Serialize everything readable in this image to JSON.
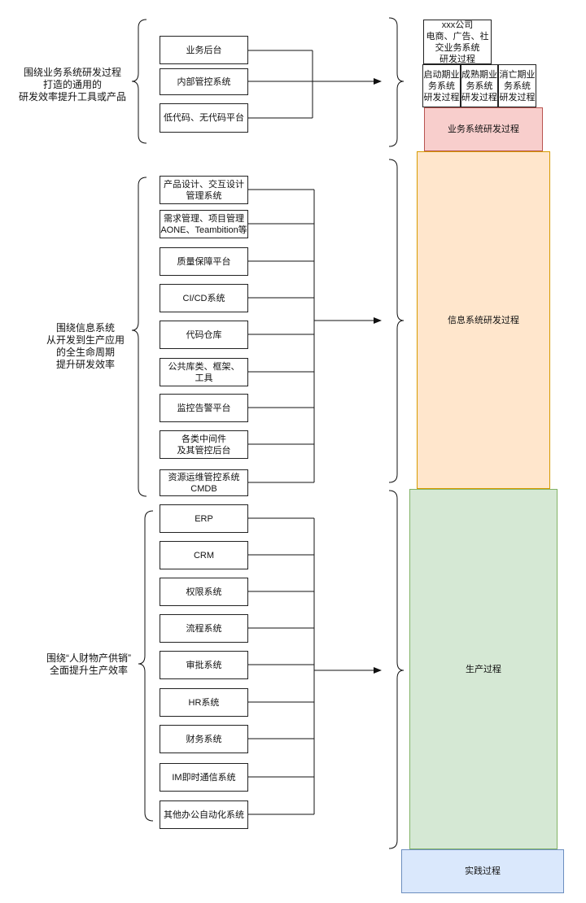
{
  "groups": [
    {
      "label": "围绕业务系统研发过程\n打造的通用的\n研发效率提升工具或产品",
      "items": [
        "业务后台",
        "内部管控系统",
        "低代码、无代码平台"
      ]
    },
    {
      "label": "围绕信息系统\n从开发到生产应用\n的全生命周期\n提升研发效率",
      "items": [
        "产品设计、交互设计\n管理系统",
        "需求管理、项目管理\nAONE、Teambition等",
        "质量保障平台",
        "CI/CD系统",
        "代码仓库",
        "公共库类、框架、\n工具",
        "监控告警平台",
        "各类中间件\n及其管控后台",
        "资源运维管控系统\nCMDB"
      ]
    },
    {
      "label": "围绕“人财物产供销”\n全面提升生产效率",
      "items": [
        "ERP",
        "CRM",
        "权限系统",
        "流程系统",
        "审批系统",
        "HR系统",
        "财务系统",
        "IM即时通信系统",
        "其他办公自动化系统"
      ]
    }
  ],
  "right_stack": {
    "company": "xxx公司\n电商、广告、社\n交业务系统\n研发过程",
    "phases": [
      "启动期业\n务系统\n研发过程",
      "成熟期业\n务系统\n研发过程",
      "消亡期业\n务系统\n研发过程"
    ],
    "business": "业务系统研发过程",
    "info": "信息系统研发过程",
    "production": "生产过程",
    "practice": "实践过程"
  },
  "colors": {
    "business_fill": "#f8cecc",
    "business_border": "#b85450",
    "info_fill": "#ffe6cc",
    "info_border": "#d79b00",
    "prod_fill": "#d5e8d4",
    "prod_border": "#82b366",
    "practice_fill": "#dae8fc",
    "practice_border": "#6c8ebf"
  }
}
